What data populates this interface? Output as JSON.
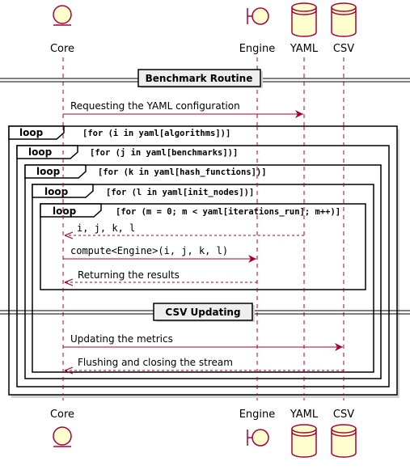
{
  "participants": [
    {
      "id": "core",
      "label": "Core",
      "kind": "entity",
      "icon": "entity-icon"
    },
    {
      "id": "engine",
      "label": "Engine",
      "kind": "boundary",
      "icon": "boundary-icon"
    },
    {
      "id": "yaml",
      "label": "YAML",
      "kind": "database",
      "icon": "database-icon"
    },
    {
      "id": "csv",
      "label": "CSV",
      "kind": "database",
      "icon": "database-icon"
    }
  ],
  "separators": [
    {
      "label": "Benchmark Routine"
    },
    {
      "label": "CSV Updating"
    }
  ],
  "loops": [
    {
      "keyword": "loop",
      "condition": "[for (i in yaml[algorithms])]"
    },
    {
      "keyword": "loop",
      "condition": "[for (j in yaml[benchmarks])]"
    },
    {
      "keyword": "loop",
      "condition": "[for (k in yaml[hash_functions])]"
    },
    {
      "keyword": "loop",
      "condition": "[for (l in yaml[init_nodes])]"
    },
    {
      "keyword": "loop",
      "condition": "[for (m = 0; m < yaml[iterations_run]; m++)]"
    }
  ],
  "messages": [
    {
      "from": "core",
      "to": "yaml",
      "label": "Requesting the YAML configuration",
      "style": "solid"
    },
    {
      "from": "yaml",
      "to": "core",
      "label": "i, j, k, l",
      "style": "dashed"
    },
    {
      "from": "core",
      "to": "engine",
      "label": "compute<Engine>(i, j, k, l)",
      "style": "solid"
    },
    {
      "from": "engine",
      "to": "core",
      "label": "Returning the results",
      "style": "dashed"
    },
    {
      "from": "core",
      "to": "csv",
      "label": "Updating the metrics",
      "style": "solid"
    },
    {
      "from": "csv",
      "to": "core",
      "label": "Flushing and closing the stream",
      "style": "dashed"
    }
  ],
  "colors": {
    "participant_fill": "#FEFECE",
    "participant_stroke": "#A80036",
    "lifeline": "#A80036",
    "arrow": "#A80036",
    "frame_stroke": "#000000",
    "frame_shadow": "#D4D4D4",
    "separator_fill": "#EEEEEE"
  }
}
